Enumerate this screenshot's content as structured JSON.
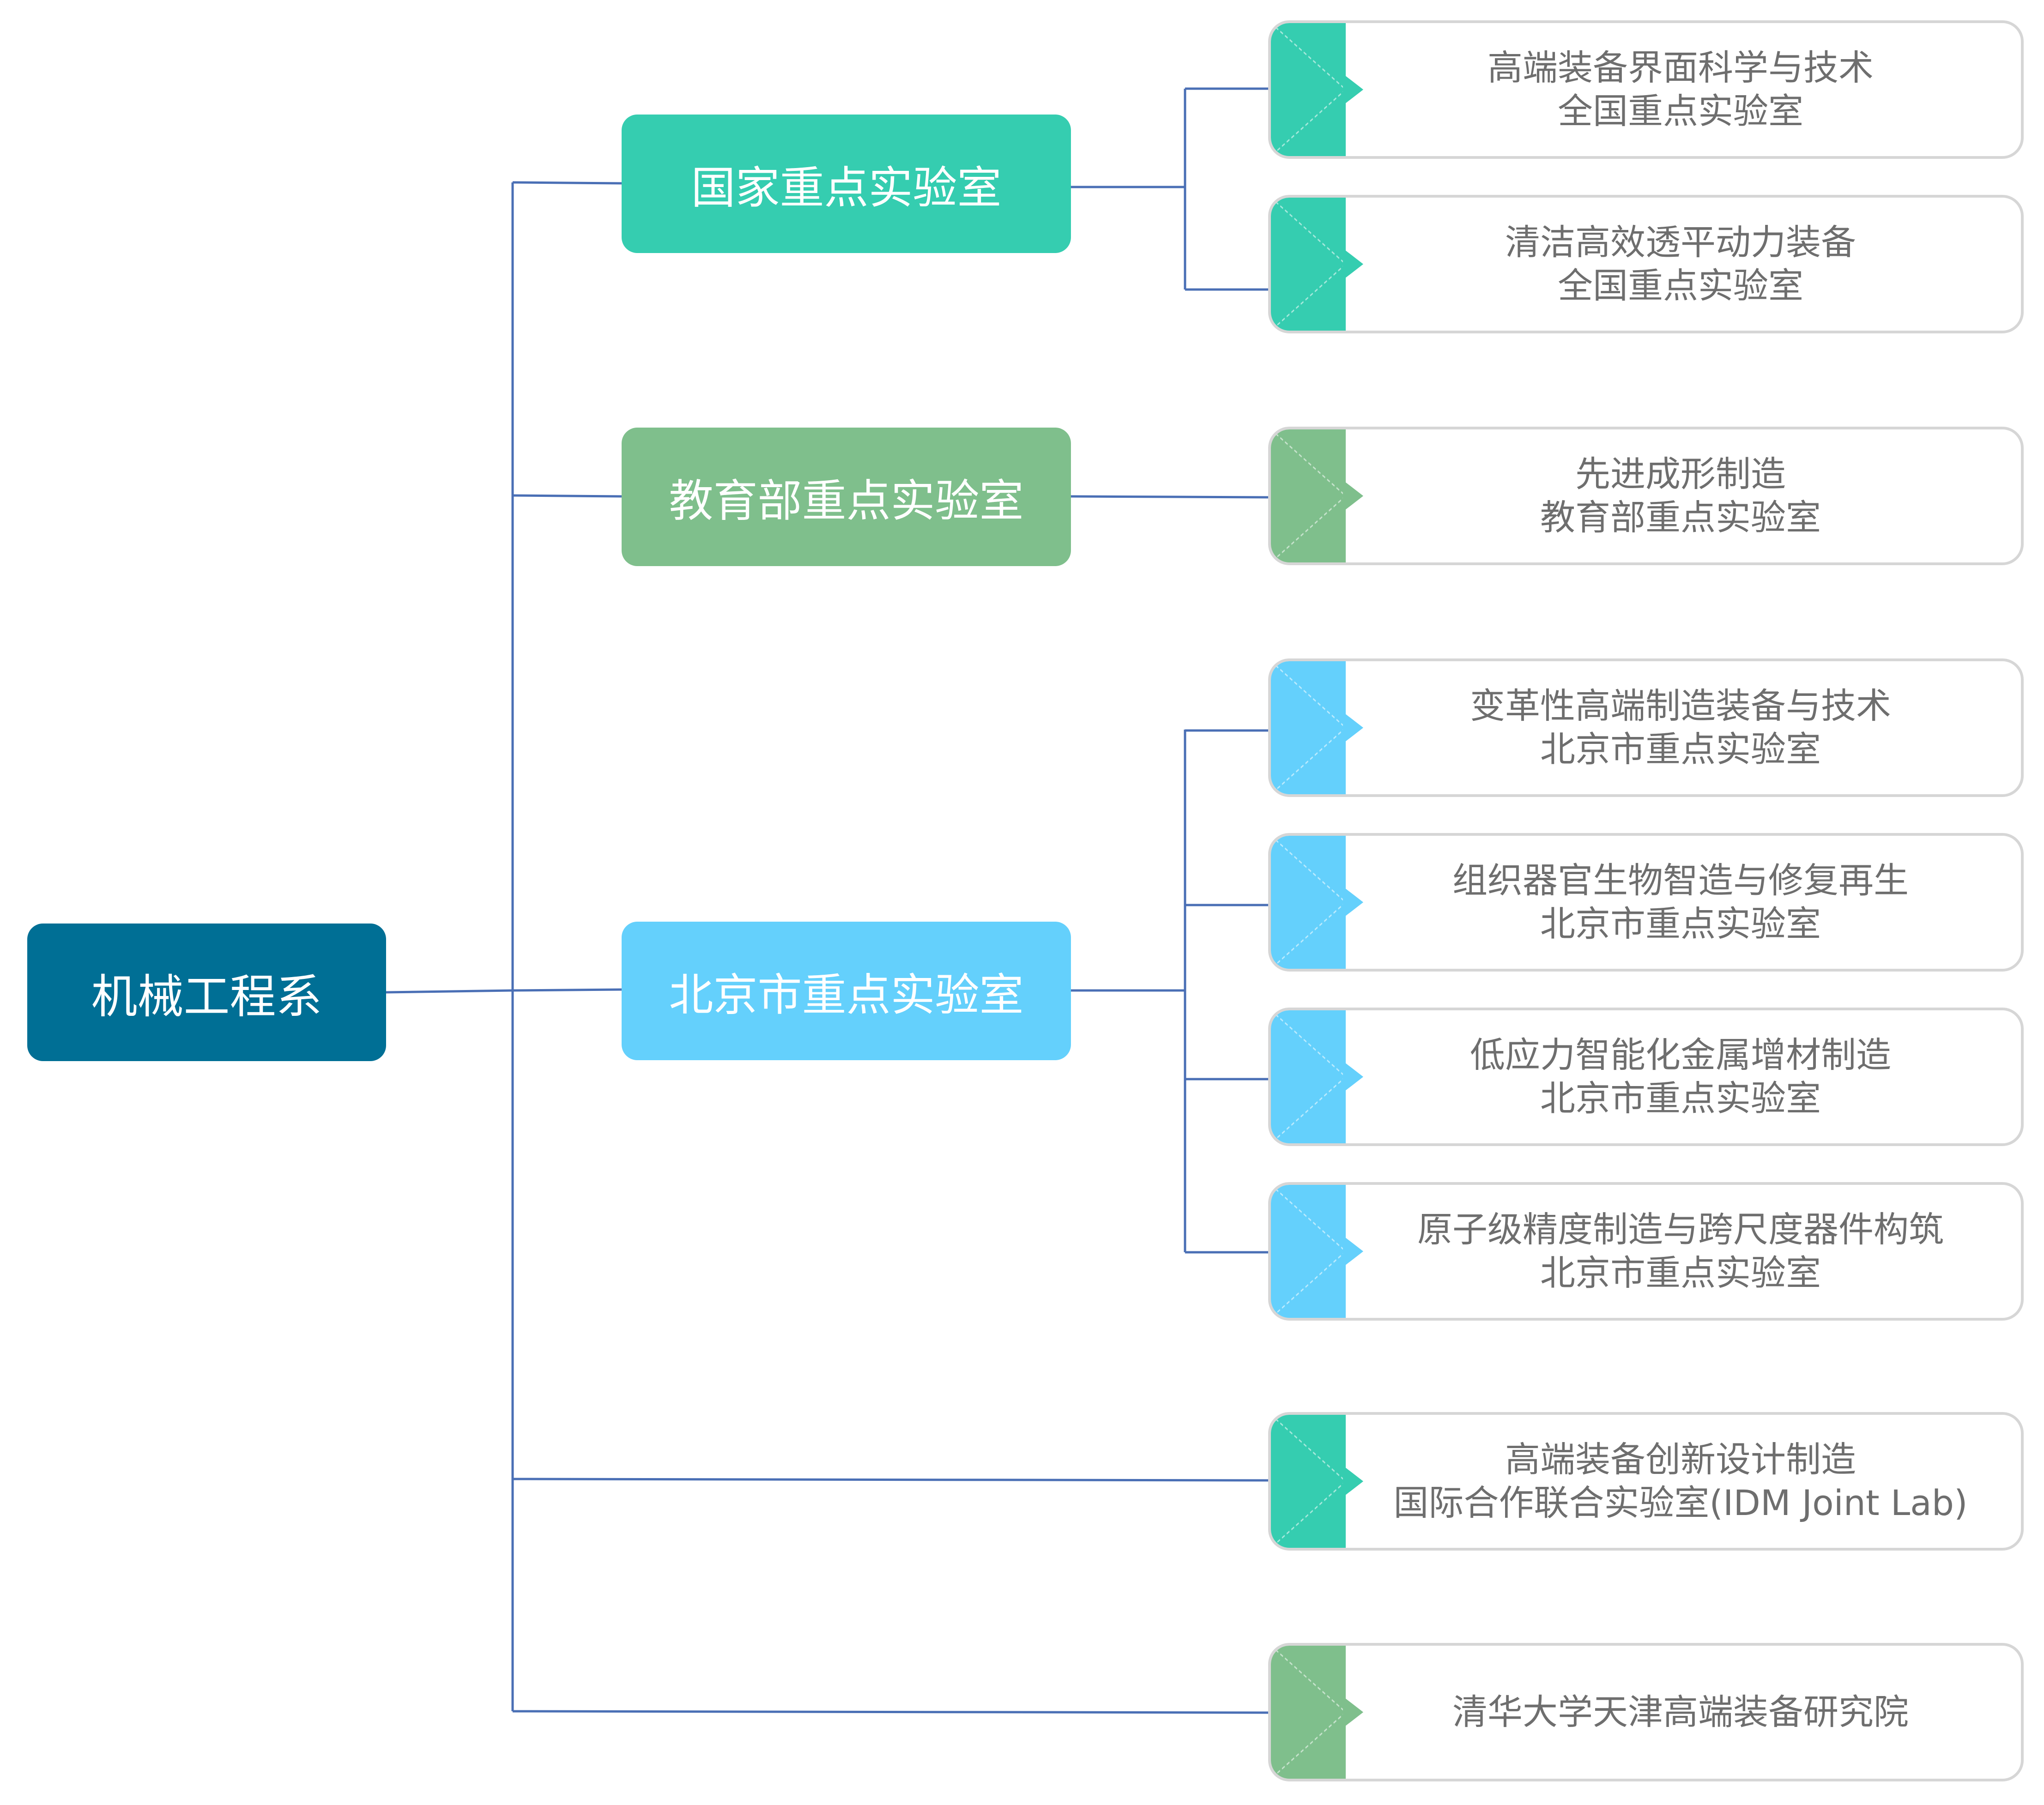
{
  "colors": {
    "connector": "#4a6fb5",
    "root": "#006f95",
    "teal": "#35cdb0",
    "green": "#7fbf8c",
    "sky": "#64d0fc",
    "leaf_border": "#d6d6d6",
    "leaf_text": "#6e6e6e"
  },
  "root": {
    "label": "机械工程系"
  },
  "categories": [
    {
      "label": "国家重点实验室"
    },
    {
      "label": "教育部重点实验室"
    },
    {
      "label": "北京市重点实验室"
    }
  ],
  "leaves": [
    {
      "line1": "高端装备界面科学与技术",
      "line2": "全国重点实验室",
      "accent": "teal"
    },
    {
      "line1": "清洁高效透平动力装备",
      "line2": "全国重点实验室",
      "accent": "teal"
    },
    {
      "line1": "先进成形制造",
      "line2": "教育部重点实验室",
      "accent": "green"
    },
    {
      "line1": "变革性高端制造装备与技术",
      "line2": "北京市重点实验室",
      "accent": "sky"
    },
    {
      "line1": "组织器官生物智造与修复再生",
      "line2": "北京市重点实验室",
      "accent": "sky"
    },
    {
      "line1": "低应力智能化金属增材制造",
      "line2": "北京市重点实验室",
      "accent": "sky"
    },
    {
      "line1": "原子级精度制造与跨尺度器件构筑",
      "line2": "北京市重点实验室",
      "accent": "sky"
    },
    {
      "line1": "高端装备创新设计制造",
      "line2": "国际合作联合实验室(IDM Joint Lab)",
      "accent": "teal"
    },
    {
      "line1": "清华大学天津高端装备研究院",
      "line2": "",
      "accent": "green"
    }
  ]
}
